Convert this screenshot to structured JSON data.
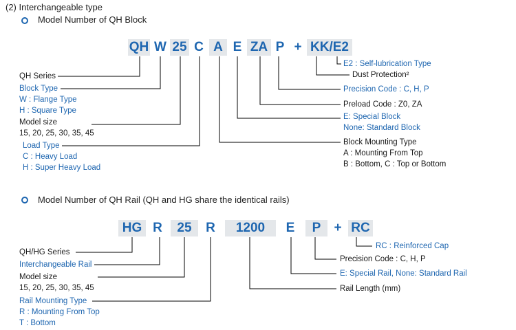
{
  "section_title": "(2) Interchangeable type",
  "block": {
    "subtitle": "Model Number of QH Block",
    "codes": [
      "QH",
      "W",
      "25",
      "C",
      "A",
      "E",
      "ZA",
      "P",
      "+",
      "KK/E2"
    ],
    "left_labels": [
      {
        "lines": [
          "QH Series"
        ]
      },
      {
        "lines": [
          "Block Type",
          "W : Flange Type",
          "H : Square Type"
        ]
      },
      {
        "lines": [
          "Model size",
          "15, 20, 25, 30, 35, 45"
        ]
      },
      {
        "lines": [
          "Load Type",
          "C : Heavy Load",
          "H : Super Heavy Load"
        ]
      }
    ],
    "right_labels": [
      {
        "lines": [
          "E2 : Self-lubrication Type"
        ]
      },
      {
        "lines": [
          "Dust Protection²"
        ]
      },
      {
        "lines": [
          "Precision Code : C, H, P"
        ]
      },
      {
        "lines": [
          "Preload Code : Z0, ZA"
        ]
      },
      {
        "lines": [
          "E: Special Block",
          "None: Standard Block"
        ]
      },
      {
        "lines": [
          "Block Mounting Type",
          "A : Mounting From Top",
          "B : Bottom, C : Top or Bottom"
        ]
      }
    ]
  },
  "rail": {
    "subtitle": "Model Number of QH Rail (QH and HG share the identical rails)",
    "codes": [
      "HG",
      "R",
      "25",
      "R",
      "1200",
      "E",
      "P",
      "+",
      "RC"
    ],
    "left_labels": [
      {
        "lines": [
          "QH/HG Series"
        ]
      },
      {
        "lines": [
          "Interchangeable Rail"
        ]
      },
      {
        "lines": [
          "Model size",
          "15, 20, 25, 30, 35, 45"
        ]
      },
      {
        "lines": [
          "Rail Mounting Type",
          "R : Mounting From Top",
          "T : Bottom"
        ]
      }
    ],
    "right_labels": [
      {
        "lines": [
          "RC : Reinforced Cap"
        ]
      },
      {
        "lines": [
          "Precision Code : C, H, P"
        ]
      },
      {
        "lines": [
          "E: Special Rail, None: Standard Rail"
        ]
      },
      {
        "lines": [
          "Rail Length (mm)"
        ]
      }
    ]
  },
  "colors": {
    "accent": "#1e66b0",
    "box": "#e4e7ea",
    "text": "#1a1a1a"
  }
}
